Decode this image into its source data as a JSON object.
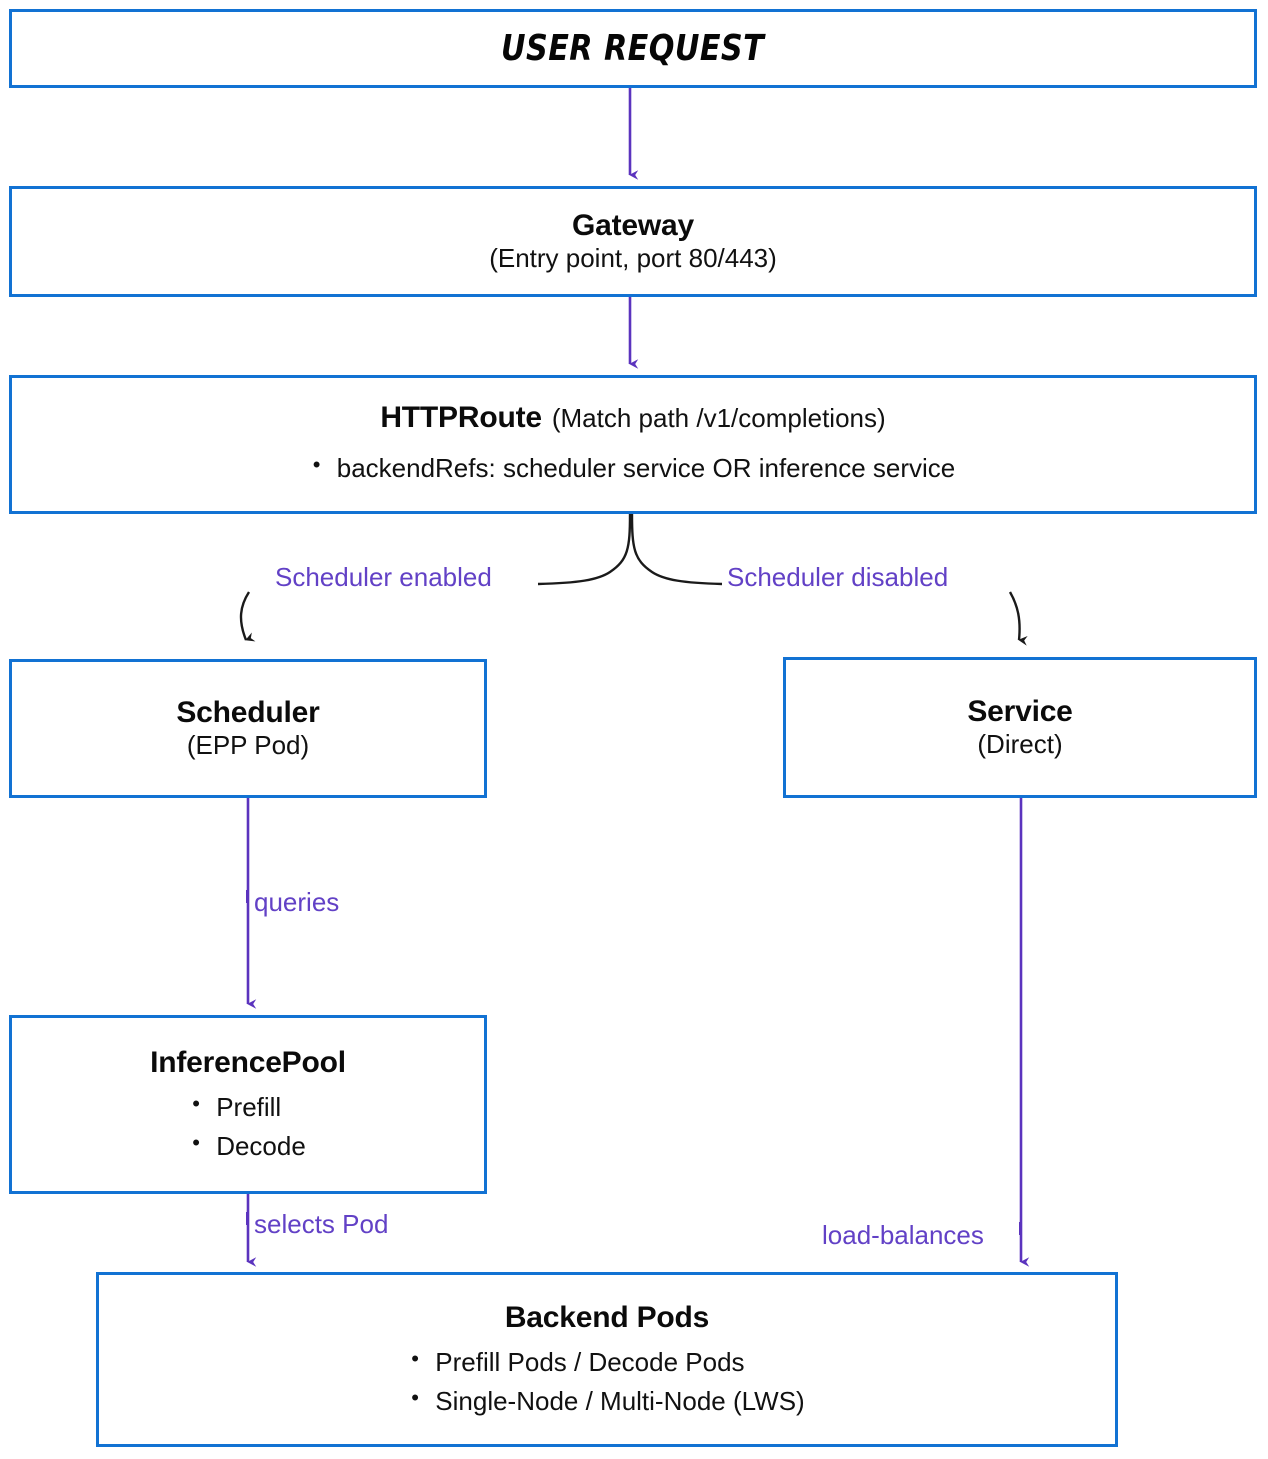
{
  "diagram": {
    "title": "Gateway inference request routing flow",
    "colors": {
      "node_border": "#1272D3",
      "node_fill": "#FFFFFF",
      "arrow_purple": "#5B33BE",
      "label_purple": "#6241C6",
      "branch_black": "#1A1A1A",
      "text_black": "#0B0B0B"
    },
    "nodes": {
      "user_request": {
        "banner": "USER REQUEST"
      },
      "gateway": {
        "title": "Gateway",
        "subtitle": "(Entry point, port 80/443)"
      },
      "httproute": {
        "title": "HTTPRoute",
        "subtitle": "(Match path /v1/completions)",
        "bullets": [
          "backendRefs: scheduler service OR inference service"
        ]
      },
      "scheduler": {
        "title": "Scheduler",
        "subtitle": "(EPP Pod)"
      },
      "service": {
        "title": "Service",
        "subtitle": "(Direct)"
      },
      "inferencepool": {
        "title": "InferencePool",
        "bullets": [
          "Prefill",
          "Decode"
        ]
      },
      "backend_pods": {
        "title": "Backend Pods",
        "bullets": [
          "Prefill Pods / Decode Pods",
          "Single-Node / Multi-Node (LWS)"
        ]
      }
    },
    "edges": {
      "scheduler_enabled": "Scheduler enabled",
      "scheduler_disabled": "Scheduler disabled",
      "queries": "queries",
      "selects_pod": "selects Pod",
      "load_balances": "load-balances"
    }
  }
}
